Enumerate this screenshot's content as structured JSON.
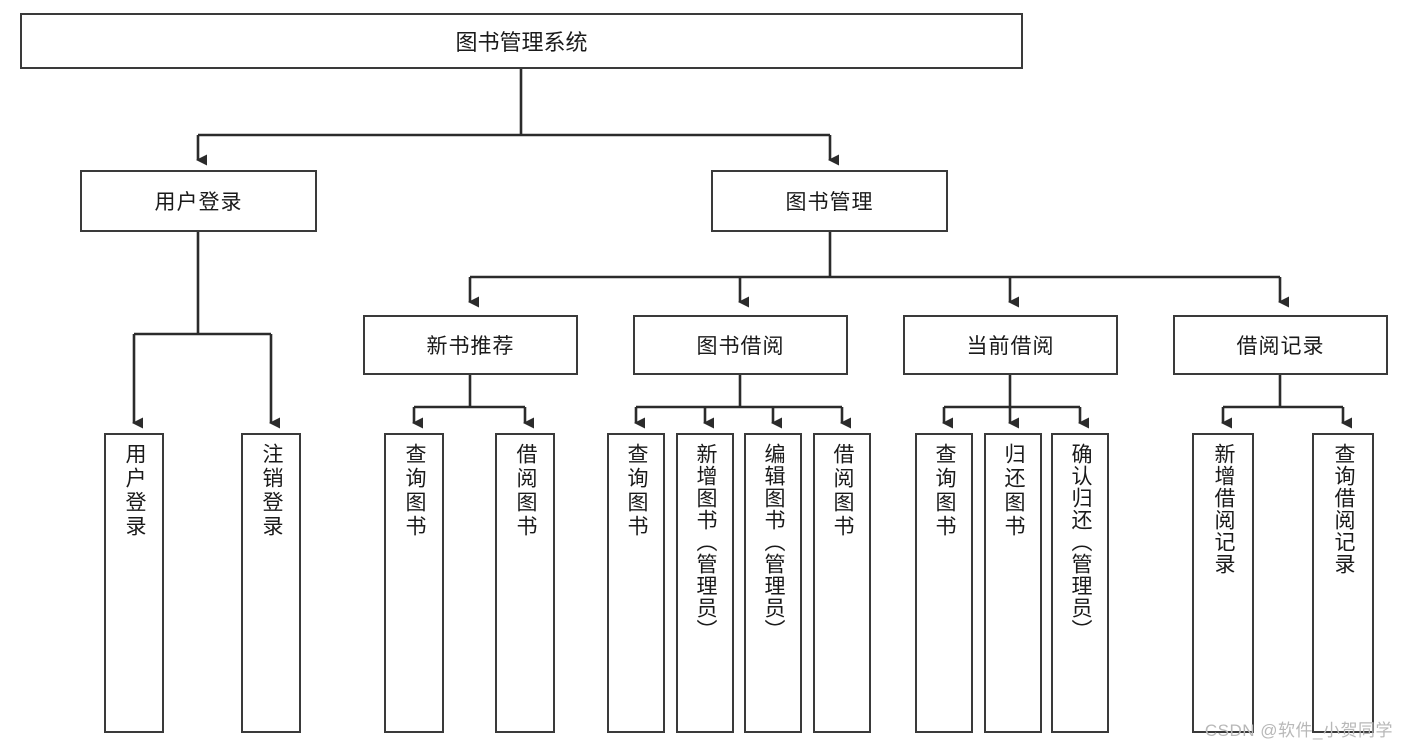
{
  "diagram": {
    "title": "图书管理系统",
    "type": "tree-hierarchy",
    "watermark": "CSDN @软件_小贺同学",
    "colors": {
      "box_border": "#3a3a3a",
      "box_fill": "#ffffff",
      "connector": "#2b2b2b",
      "text": "#1a1a1a",
      "watermark": "#b8b8b8"
    }
  },
  "root": {
    "label": "图书管理系统"
  },
  "level2": [
    {
      "label": "用户登录"
    },
    {
      "label": "图书管理"
    }
  ],
  "level3": [
    {
      "label": "新书推荐"
    },
    {
      "label": "图书借阅"
    },
    {
      "label": "当前借阅"
    },
    {
      "label": "借阅记录"
    }
  ],
  "leaves": {
    "user_login": [
      {
        "label": "用户登录"
      },
      {
        "label": "注销登录"
      }
    ],
    "new_book_recommend": [
      {
        "label": "查询图书"
      },
      {
        "label": "借阅图书"
      }
    ],
    "book_borrow": [
      {
        "label": "查询图书"
      },
      {
        "label": "新增图书（管理员）"
      },
      {
        "label": "编辑图书（管理员）"
      },
      {
        "label": "借阅图书"
      }
    ],
    "current_borrow": [
      {
        "label": "查询图书"
      },
      {
        "label": "归还图书"
      },
      {
        "label": "确认归还（管理员）"
      }
    ],
    "borrow_record": [
      {
        "label": "新增借阅记录"
      },
      {
        "label": "查询借阅记录"
      }
    ]
  }
}
